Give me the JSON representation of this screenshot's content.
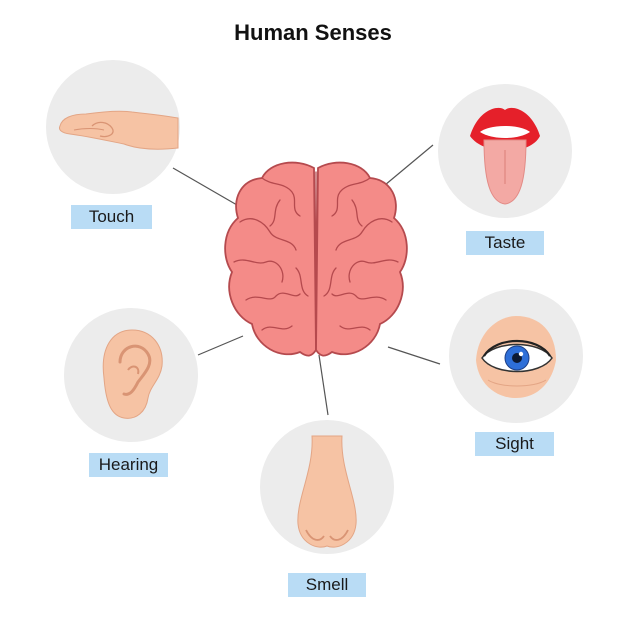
{
  "title": "Human Senses",
  "senses": [
    {
      "id": "touch",
      "label": "Touch",
      "icon": "hand-icon"
    },
    {
      "id": "taste",
      "label": "Taste",
      "icon": "tongue-icon"
    },
    {
      "id": "hearing",
      "label": "Hearing",
      "icon": "ear-icon"
    },
    {
      "id": "sight",
      "label": "Sight",
      "icon": "eye-icon"
    },
    {
      "id": "smell",
      "label": "Smell",
      "icon": "nose-icon"
    }
  ],
  "center_icon": "brain-icon",
  "colors": {
    "circle": "#ececec",
    "label_bg": "#b9dcf5",
    "brain": "#f48b88",
    "brain_stroke": "#b54a4e",
    "skin": "#f6c3a4",
    "connector": "#555555"
  }
}
